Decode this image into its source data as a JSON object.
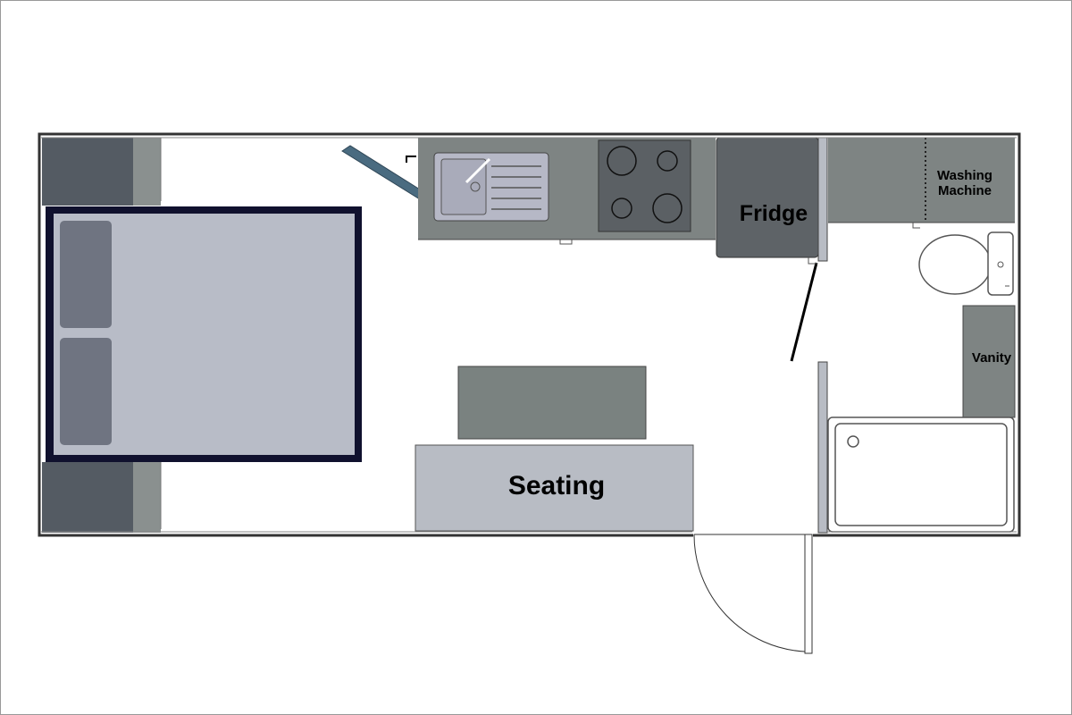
{
  "labels": {
    "fridge": "Fridge",
    "washing_machine_line1": "Washing",
    "washing_machine_line2": "Machine",
    "vanity": "Vanity",
    "seating": "Seating"
  },
  "colors": {
    "background": "#ffffff",
    "wall": "#333333",
    "bed_frame": "#10112e",
    "bed_mattress": "#b8bcc7",
    "pillow": "#6f7481",
    "cabinet_dark": "#545b63",
    "counter": "#7e8483",
    "sink": "#b6b8c6",
    "cooktop": "#5b6064",
    "fridge": "#5e6367",
    "seating": "#b8bcc4",
    "table": "#7a8280",
    "window": "#4a6b80"
  }
}
